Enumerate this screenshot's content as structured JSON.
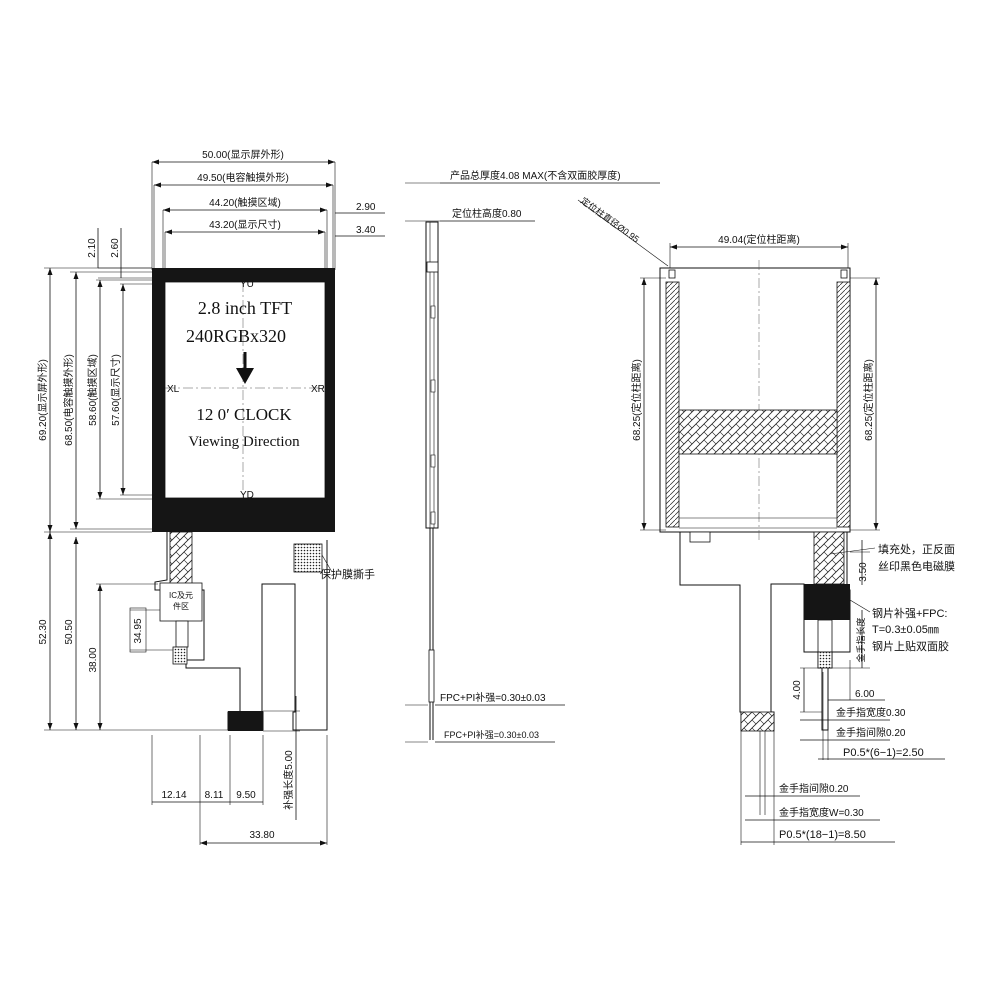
{
  "front_view": {
    "screen_outline_width": "50.00(显示屏外形)",
    "touch_outline_width": "49.50(电容触摸外形)",
    "touch_area_width": "44.20(触摸区域)",
    "display_width": "43.20(显示尺寸)",
    "offset_top_right_1": "2.90",
    "offset_top_right_2": "3.40",
    "offset_top_left_1": "2.10",
    "offset_top_left_2": "2.60",
    "screen_outline_height": "69.20(显示屏外形)",
    "touch_outline_height": "68.50(电容触摸外形)",
    "touch_area_height": "58.60(触摸区域)",
    "display_height": "57.60(显示尺寸)",
    "screen_text_line1": "2.8 inch TFT",
    "screen_text_line2": "240RGBx320",
    "screen_text_line3": "12 0′ CLOCK",
    "screen_text_line4": "Viewing Direction",
    "axis_top": "YU",
    "axis_bottom": "YD",
    "axis_left": "XL",
    "axis_right": "XR",
    "ic_label_line1": "IC及元",
    "ic_label_line2": "件区",
    "ic_height": "34.95",
    "protective_film_label": "保护膜撕手",
    "total_height": "52.30",
    "fpc_height_1": "50.50",
    "fpc_height_2": "38.00",
    "stiffener_length": "补强长度5.00",
    "bottom_dim_1": "12.14",
    "bottom_dim_2": "8.11",
    "bottom_dim_3": "9.50",
    "fpc_width": "33.80"
  },
  "side_view": {
    "total_thickness": "产品总厚度4.08  MAX(不含双面胶厚度)",
    "post_height": "定位柱高度0.80",
    "fpc_stiffener_1": "FPC+PI补强=0.30±0.03",
    "fpc_stiffener_2": "FPC+PI补强=0.30±0.03"
  },
  "back_view": {
    "post_diameter": "定位柱直径Ø0.95",
    "post_distance_h": "49.04(定位柱距离)",
    "post_distance_v_left": "68.25(定位柱距离)",
    "post_distance_v_right": "68.25(定位柱距离)",
    "fill_note_line1": "填充处，正反面",
    "fill_note_line2": "丝印黑色电磁膜",
    "fill_dim": "3.50",
    "steel_note_line1": "钢片补强+FPC:",
    "steel_note_line2": "T=0.3±0.05㎜",
    "steel_note_line3": "钢片上贴双面胶",
    "steel_length": "金手指长度",
    "dim_4": "4.00",
    "dim_6": "6.00",
    "finger_width_1": "金手指宽度0.30",
    "finger_gap_1": "金手指间隙0.20",
    "pitch_1": "P0.5*(6−1)=2.50",
    "finger_gap_2": "金手指间隙0.20",
    "finger_width_2": "金手指宽度W=0.30",
    "pitch_2": "P0.5*(18−1)=8.50"
  },
  "colors": {
    "line": "#111111",
    "bezel": "#151515",
    "background": "#ffffff"
  }
}
